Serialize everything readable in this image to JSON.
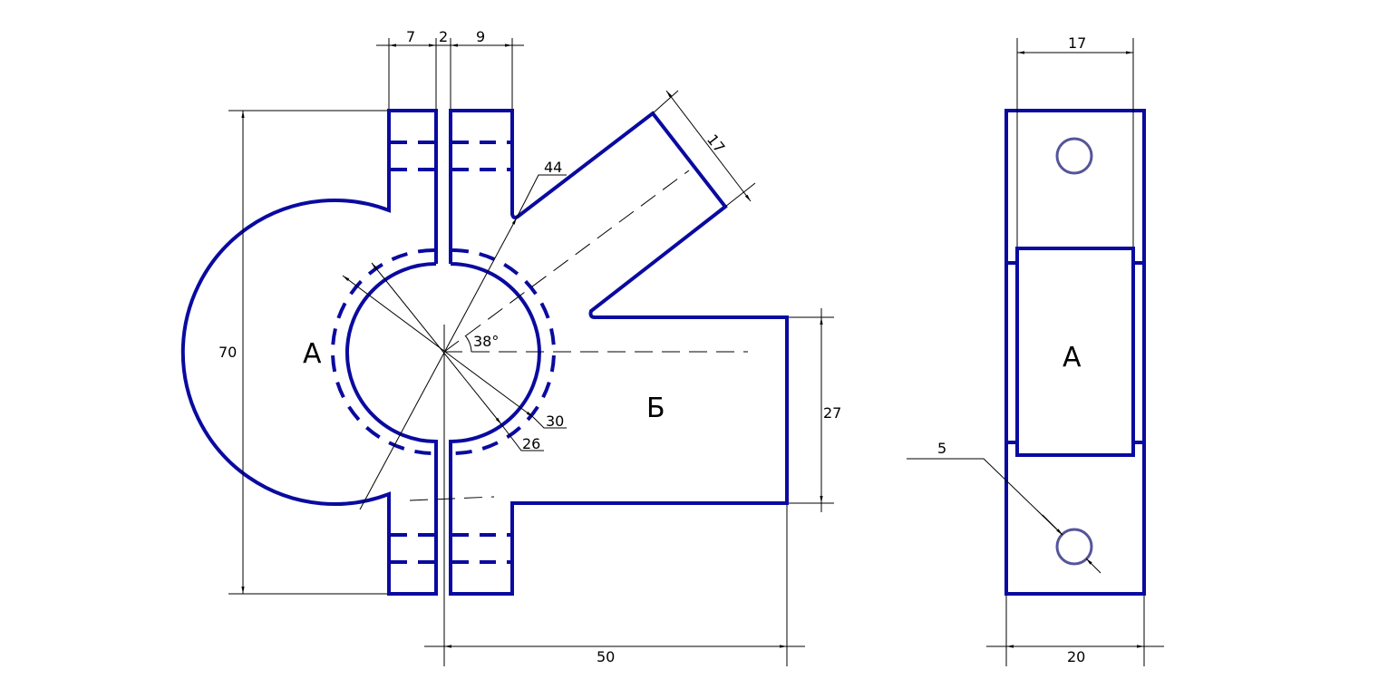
{
  "front_view": {
    "region_labels": {
      "a": "А",
      "b": "Б"
    },
    "dimensions": {
      "top_left_width": "7",
      "slot_width": "2",
      "top_right_width": "9",
      "height_total": "70",
      "arm_width": "17",
      "radius_outer_label": "44",
      "angle": "38°",
      "dia_dashed": "30",
      "dia_inner": "26",
      "block_height": "27",
      "length": "50"
    }
  },
  "side_view": {
    "region_label": "А",
    "dimensions": {
      "inner_width": "17",
      "hole_diameter": "5",
      "total_width": "20"
    }
  },
  "colors": {
    "outline": "#0a0aa0",
    "hole": "#55559a",
    "dimension": "#000000"
  }
}
